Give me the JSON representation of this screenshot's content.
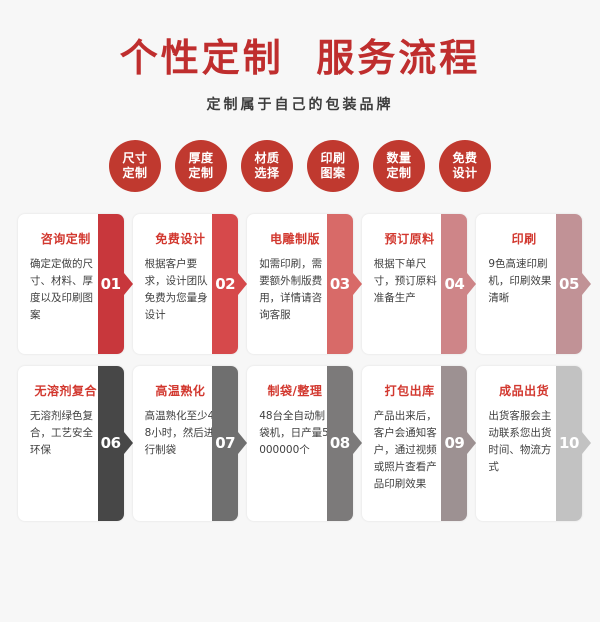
{
  "header": {
    "title": "个性定制  服务流程",
    "subtitle": "定制属于自己的包装品牌"
  },
  "badges": [
    {
      "line1": "尺寸",
      "line2": "定制"
    },
    {
      "line1": "厚度",
      "line2": "定制"
    },
    {
      "line1": "材质",
      "line2": "选择"
    },
    {
      "line1": "印刷",
      "line2": "图案"
    },
    {
      "line1": "数量",
      "line2": "定制"
    },
    {
      "line1": "免费",
      "line2": "设计"
    }
  ],
  "colors": {
    "background": "#f7f7f7",
    "title_red": "#bf2e2e",
    "card_title_red": "#d2382f",
    "badge_red": "#c0392f"
  },
  "rows": [
    {
      "cards": [
        {
          "num": "01",
          "title": "咨询定制",
          "desc": "确定定做的尺寸、材料、厚度以及印刷图案",
          "tab_color": "#c8373c"
        },
        {
          "num": "02",
          "title": "免费设计",
          "desc": "根据客户要求，设计团队免费为您量身设计",
          "tab_color": "#d6494b"
        },
        {
          "num": "03",
          "title": "电雕制版",
          "desc": "如需印刷，需要额外制版费用，详情请咨询客服",
          "tab_color": "#d86a68"
        },
        {
          "num": "04",
          "title": "预订原料",
          "desc": "根据下单尺寸，预订原料准备生产",
          "tab_color": "#ce8588"
        },
        {
          "num": "05",
          "title": "印刷",
          "desc": "9色高速印刷机，印刷效果清晰",
          "tab_color": "#c19296"
        }
      ]
    },
    {
      "cards": [
        {
          "num": "06",
          "title": "无溶剂复合",
          "desc": "无溶剂绿色复合，工艺安全环保",
          "tab_color": "#474747"
        },
        {
          "num": "07",
          "title": "高温熟化",
          "desc": "高温熟化至少48小时，然后进行制袋",
          "tab_color": "#6f6f6f"
        },
        {
          "num": "08",
          "title": "制袋/整理",
          "desc": "48台全自动制袋机，日产量5000000个",
          "tab_color": "#7c7a7a"
        },
        {
          "num": "09",
          "title": "打包出库",
          "desc": "产品出来后，客户会通知客户，通过视频或照片查看产品印刷效果",
          "tab_color": "#9d9192"
        },
        {
          "num": "10",
          "title": "成品出货",
          "desc": "出货客服会主动联系您出货时间、物流方式",
          "tab_color": "#c2c2c2"
        }
      ]
    }
  ]
}
